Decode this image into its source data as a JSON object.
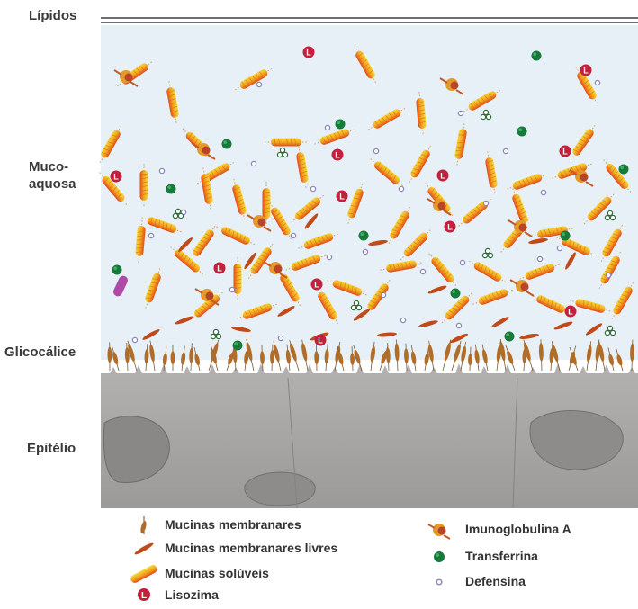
{
  "layers": {
    "lipidos": "Lípidos",
    "mucoaquosa": "Muco-\naquosa",
    "glicocalice": "Glicocálice",
    "epitelio": "Epitélio"
  },
  "legend": {
    "mucinas_membranares": "Mucinas membranares",
    "mucinas_membranares_livres": "Mucinas membranares livres",
    "mucinas_soluveis": "Mucinas solúveis",
    "lisozima": "Lisozima",
    "imunoglobulina_a": "Imunoglobulina A",
    "transferrina": "Transferrina",
    "defensina": "Defensina"
  },
  "lysozyme_letter": "L",
  "colors": {
    "mucus_bg": "#e6f0f6",
    "lipid_line": "#6e6e78",
    "mucin_yellow": "#f2c21a",
    "mucin_orange": "#e5531b",
    "lysozyme": "#c2203c",
    "transferrin": "#177a3a",
    "defensin": "#8e86b8",
    "epithelium": "#a8a6a4",
    "membrane_mucin": "#b06d2a",
    "free_mucin": "#c04a1a"
  }
}
